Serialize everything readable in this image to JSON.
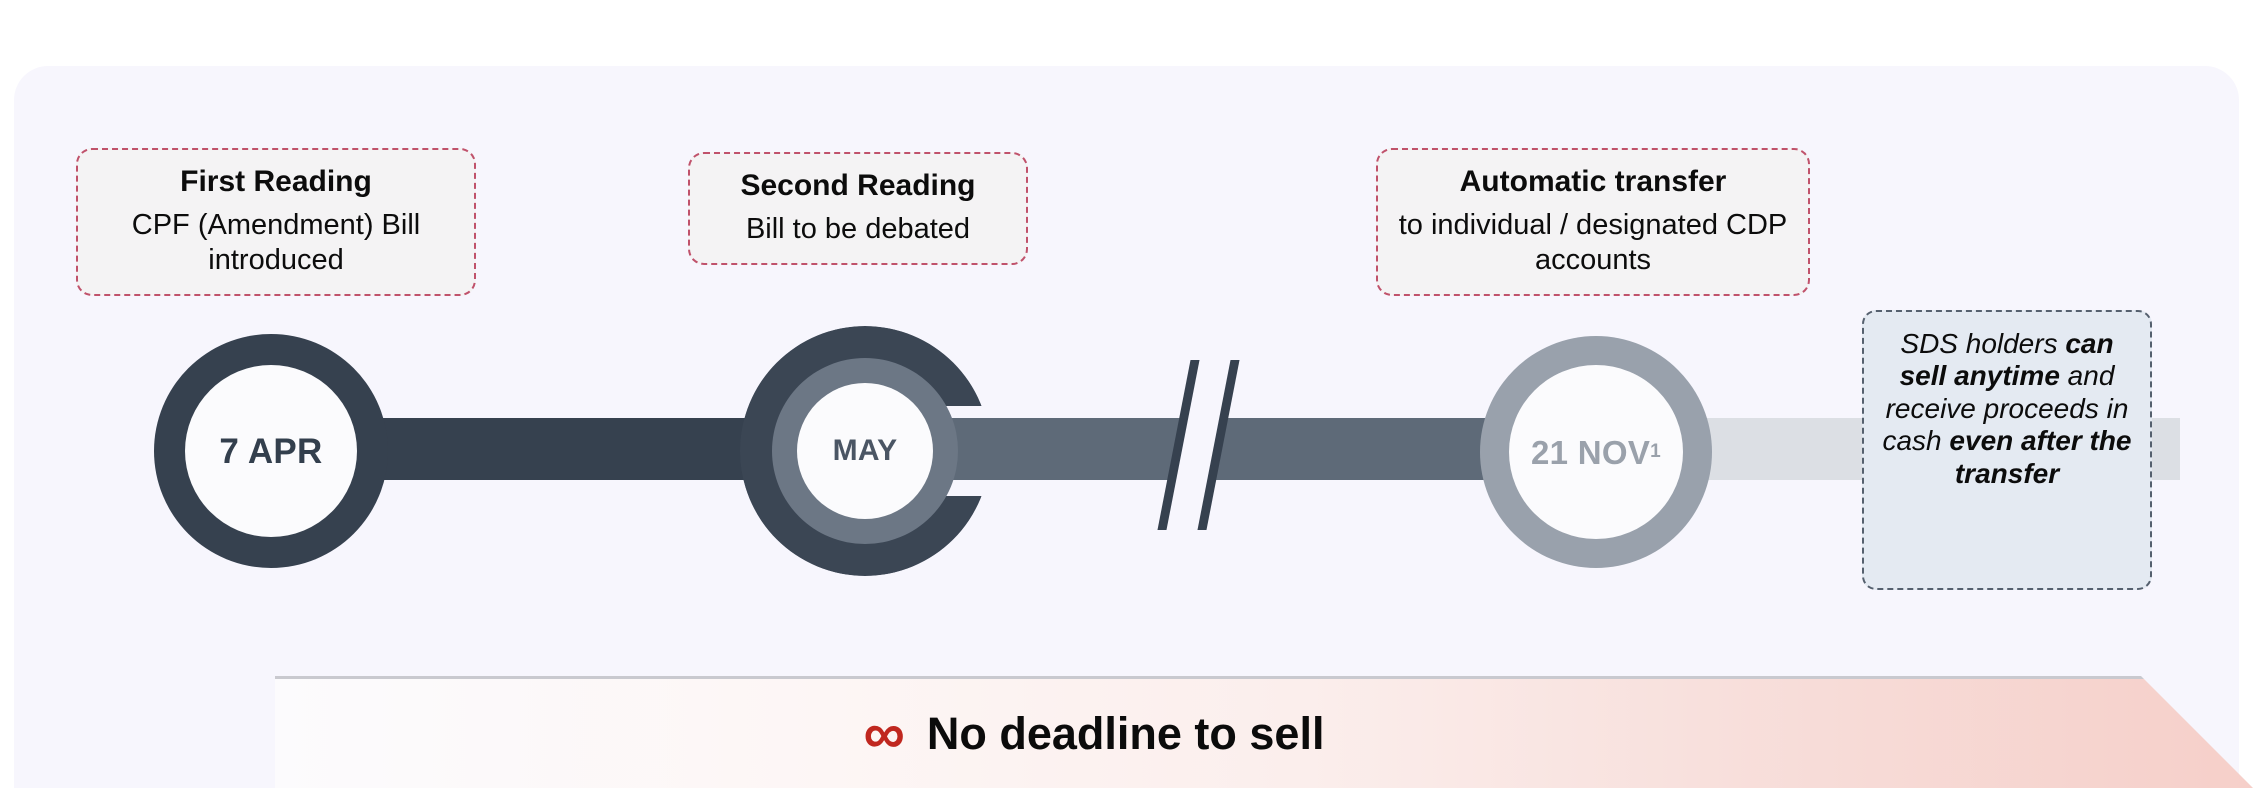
{
  "panel": {
    "background_color": "#f7f6fd"
  },
  "timeline": {
    "track_colors": [
      "#36414f",
      "#5e6a78",
      "#dcdfe4"
    ],
    "axis_break": {
      "name": "axis-break-double-slash",
      "color": "#36414f"
    },
    "nodes": [
      {
        "id": "node-apr",
        "label": "7 APR",
        "superscript": "",
        "ring_color": "#36414f",
        "label_color": "#333f4d"
      },
      {
        "id": "node-may",
        "label": "MAY",
        "superscript": "",
        "ring_color": "#3b4654",
        "label_color": "#4a5564"
      },
      {
        "id": "node-nov",
        "label": "21 NOV",
        "superscript": "1",
        "ring_color": "#99a1ac",
        "label_color": "#9aa1ab"
      }
    ]
  },
  "callouts": [
    {
      "title": "First Reading",
      "body": "CPF (Amendment) Bill introduced",
      "border_color": "#c0526b"
    },
    {
      "title": "Second Reading",
      "body": "Bill to be debated",
      "border_color": "#c0526b"
    },
    {
      "title": "Automatic transfer",
      "body": "to individual / designated CDP accounts",
      "border_color": "#c0526b"
    }
  ],
  "note_box": {
    "segments": [
      {
        "text": "SDS holders ",
        "bold": false
      },
      {
        "text": "can sell anytime",
        "bold": true
      },
      {
        "text": " and receive proceeds in cash ",
        "bold": false
      },
      {
        "text": "even after the transfer",
        "bold": true
      }
    ],
    "background_color": "#e4eaf2",
    "border_color": "#55606e"
  },
  "banner": {
    "icon": "infinity-icon",
    "icon_glyph": "∞",
    "icon_color": "#c0271f",
    "text": "No deadline to sell"
  }
}
